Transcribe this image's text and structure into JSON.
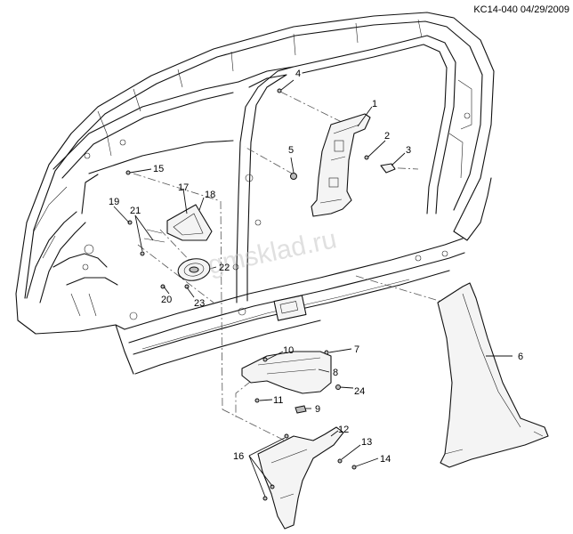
{
  "reference": "KC14-040 04/29/2009",
  "watermark": "gmsklad.ru",
  "callouts": {
    "c1": "1",
    "c2": "2",
    "c3": "3",
    "c4": "4",
    "c5": "5",
    "c6": "6",
    "c7": "7",
    "c8": "8",
    "c9": "9",
    "c10": "10",
    "c11": "11",
    "c12": "12",
    "c13": "13",
    "c14": "14",
    "c15": "15",
    "c16": "16",
    "c17": "17",
    "c18": "18",
    "c19": "19",
    "c20": "20",
    "c21": "21",
    "c22": "22",
    "c23": "23",
    "c24": "24"
  }
}
